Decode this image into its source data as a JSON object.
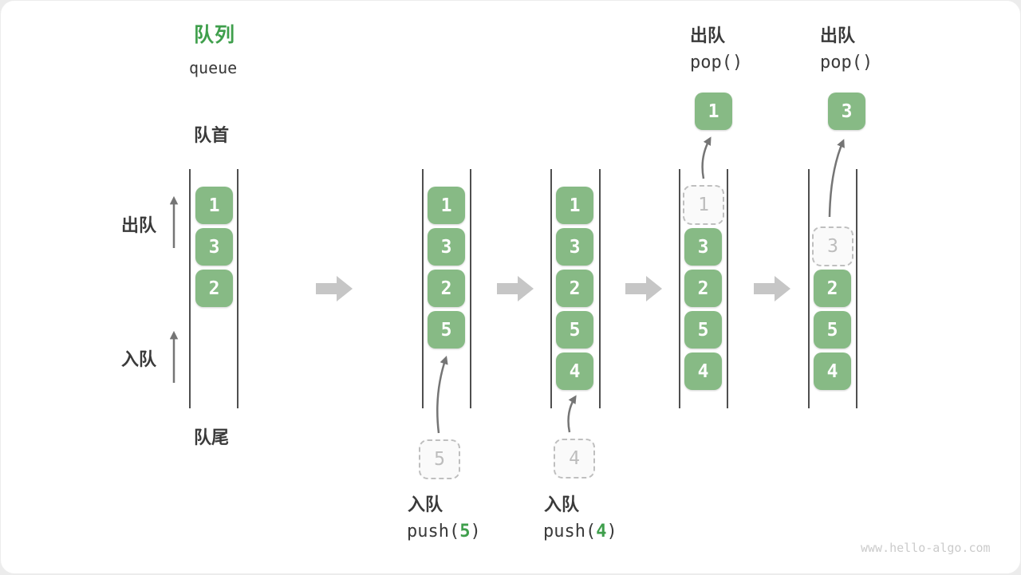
{
  "title": {
    "zh": "队列",
    "en": "queue"
  },
  "side_labels": {
    "front": "队首",
    "rear": "队尾",
    "dequeue": "出队",
    "enqueue": "入队"
  },
  "watermark": "www.hello-algo.com",
  "colors": {
    "accent_green": "#3f9f4c",
    "block_green": "#87ba85",
    "text_dark": "#3a3a3a",
    "thin_arrow_gray": "#757575",
    "transition_arrow_gray": "#c6c6c6",
    "ghost_gray": "#bfbfbf",
    "wall_gray": "#4f4f4f"
  },
  "states": [
    {
      "blocks": [
        "1",
        "3",
        "2"
      ]
    },
    {
      "blocks": [
        "1",
        "3",
        "2",
        "5"
      ],
      "incoming": "5",
      "op": {
        "zh": "入队",
        "pre": "push(",
        "arg": "5",
        "post": ")"
      }
    },
    {
      "blocks": [
        "1",
        "3",
        "2",
        "5",
        "4"
      ],
      "incoming": "4",
      "op": {
        "zh": "入队",
        "pre": "push(",
        "arg": "4",
        "post": ")"
      }
    },
    {
      "blocks": [
        "3",
        "2",
        "5",
        "4"
      ],
      "ghost": "1",
      "popped": "1",
      "op": {
        "zh": "出队",
        "code": "pop()"
      }
    },
    {
      "blocks": [
        "2",
        "5",
        "4"
      ],
      "ghost": "3",
      "popped": "3",
      "op": {
        "zh": "出队",
        "code": "pop()"
      }
    }
  ]
}
